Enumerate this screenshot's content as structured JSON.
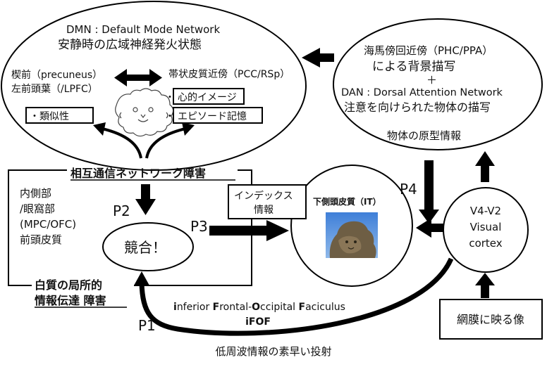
{
  "dmn": {
    "title_line1": "DMN : Default Mode Network",
    "title_line2": "安静時の広域神経発火状態",
    "left_line1": "楔前（precuneus）",
    "left_line2": "左前頭葉（/LPFC）",
    "right_label": "帯状皮質近傍（PCC/RSp）",
    "box_imagery": "心的イメージ",
    "box_episode": "エピソード記憶",
    "box_similarity": "・類似性",
    "bullet": "・"
  },
  "dan": {
    "line1": "海馬傍回近傍（PHC/PPA）",
    "line2": "による背景描写",
    "plus": "＋",
    "line3": "DAN : Dorsal Attention Network",
    "line4": "注意を向けられた物体の描写",
    "line5": "物体の原型情報"
  },
  "frame": {
    "top_label": "相互通信ネットワーク障害",
    "mpfc_line1": "内側部",
    "mpfc_line2": "/眼窩部",
    "mpfc_line3": "(MPC/OFC)",
    "mpfc_line4": "前頭皮質",
    "bottom_line1": "白質の局所的",
    "bottom_line2": "情報伝達 障害"
  },
  "nodes": {
    "competition": "競合！",
    "index_line1": "インデックス",
    "index_line2": "情報",
    "it_label": "下側頭皮質（IT）",
    "v4_line1": "V4-V2",
    "v4_line2": "Visual",
    "v4_line3": "cortex",
    "retina": "網膜に映る像"
  },
  "paths": {
    "p1": "P1",
    "p2": "P2",
    "p3": "P3",
    "p4": "P4",
    "ifof_i": "i",
    "ifof_nferior": "nferior ",
    "ifof_F": "F",
    "ifof_rontal": "rontal-",
    "ifof_O": "O",
    "ifof_ccipital": "ccipital ",
    "ifof_F2": "F",
    "ifof_aciculus": "aciculus",
    "ifof_abbr": "iFOF",
    "bottom_caption": "低周波情報の素早い投射"
  }
}
